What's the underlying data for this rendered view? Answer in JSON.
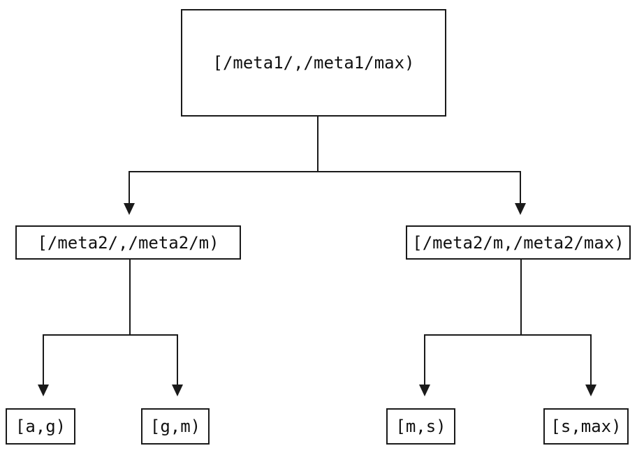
{
  "diagram": {
    "type": "binary-interval-tree",
    "background_color": "#ffffff",
    "line_color": "#1a1a1a",
    "text_color": "#111111",
    "nodes": {
      "root": {
        "label": "[/meta1/,/meta1/max)"
      },
      "meta2_low": {
        "label": "[/meta2/,/meta2/m)"
      },
      "meta2_high": {
        "label": "[/meta2/m,/meta2/max)"
      },
      "leaf_ag": {
        "label": "[a,g)"
      },
      "leaf_gm": {
        "label": "[g,m)"
      },
      "leaf_ms": {
        "label": "[m,s)"
      },
      "leaf_smax": {
        "label": "[s,max)"
      }
    },
    "edges": [
      {
        "from": "root",
        "to": "meta2_low"
      },
      {
        "from": "root",
        "to": "meta2_high"
      },
      {
        "from": "meta2_low",
        "to": "leaf_ag"
      },
      {
        "from": "meta2_low",
        "to": "leaf_gm"
      },
      {
        "from": "meta2_high",
        "to": "leaf_ms"
      },
      {
        "from": "meta2_high",
        "to": "leaf_smax"
      }
    ]
  }
}
